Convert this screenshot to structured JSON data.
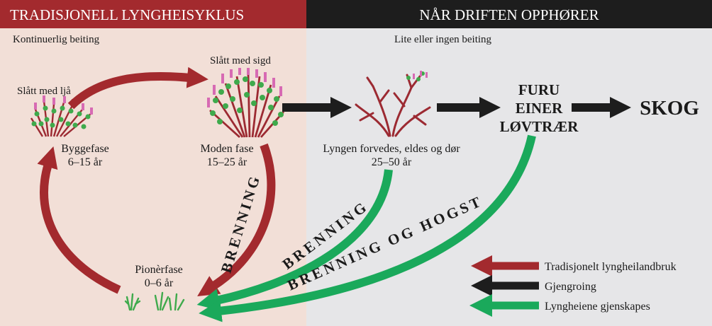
{
  "colors": {
    "red": "#a32a2e",
    "black": "#1d1d1d",
    "green": "#1aa95b",
    "left_bg": "#f2dfd7",
    "right_bg": "#e6e6e8",
    "heather_stem": "#9c2a32",
    "heather_leaf": "#3faa4c",
    "heather_flower": "#d76ab3"
  },
  "header": {
    "left_title": "TRADISJONELL LYNGHEISYKLUS",
    "right_title": "NÅR DRIFTEN OPPHØRER"
  },
  "subtitles": {
    "left": "Kontinuerlig beiting",
    "right": "Lite eller ingen beiting"
  },
  "stages": {
    "build": {
      "cut": "Slått med ljå",
      "name": "Byggefase",
      "years": "6–15 år"
    },
    "mature": {
      "cut": "Slått med sigd",
      "name": "Moden fase",
      "years": "15–25 år"
    },
    "pioneer": {
      "name": "Pionèrfase",
      "years": "0–6 år"
    },
    "degenerate": {
      "name": "Lyngen forvedes, eldes og dør",
      "years": "25–50 år"
    }
  },
  "succession": {
    "trees": [
      "FURU",
      "EINER",
      "LØVTRÆR"
    ],
    "forest": "SKOG"
  },
  "arrow_labels": {
    "burn_red": "BRENNING",
    "burn_green": "BRENNING",
    "burn_log": "BRENNING OG HOGST"
  },
  "legend": [
    {
      "label": "Tradisjonelt lyngheilandbruk",
      "color": "#a32a2e"
    },
    {
      "label": "Gjengroing",
      "color": "#1d1d1d"
    },
    {
      "label": "Lyngheiene gjenskapes",
      "color": "#1aa95b"
    }
  ]
}
